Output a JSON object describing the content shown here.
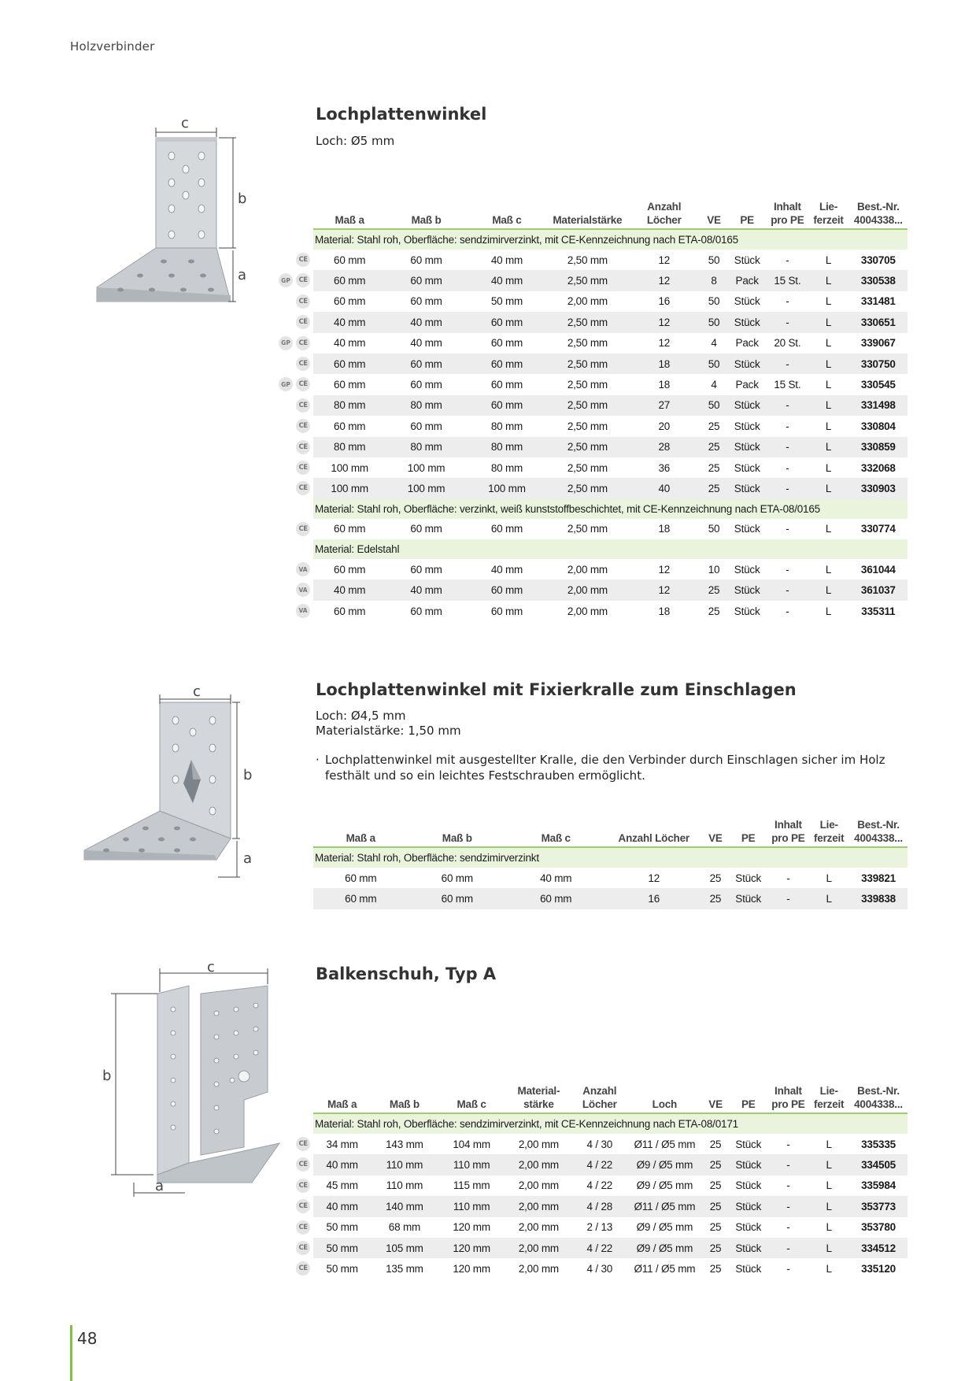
{
  "header": "Holzverbinder",
  "page_number": "48",
  "common_headers": {
    "inhalt": [
      "Inhalt",
      "pro PE"
    ],
    "lieferzeit": [
      "Lie-",
      "ferzeit"
    ],
    "bestnr": [
      "Best.-Nr.",
      "4004338..."
    ]
  },
  "s1": {
    "title": "Lochplattenwinkel",
    "sub1": "Loch: Ø5 mm",
    "dim_labels": {
      "c": "c",
      "b": "b",
      "a": "a"
    },
    "headers": {
      "a": "Maß a",
      "b": "Maß b",
      "c": "Maß c",
      "ms": "Materialstärke",
      "al": "Anzahl Löcher",
      "ve": "VE",
      "pe": "PE"
    },
    "groups": [
      {
        "material": "Material: Stahl roh, Oberfläche: sendzimirverzinkt, mit CE-Kennzeichnung nach ETA-08/0165",
        "rows": [
          {
            "badges": [
              "ce"
            ],
            "v": [
              "60 mm",
              "60 mm",
              "40 mm",
              "2,50 mm",
              "12",
              "50",
              "Stück",
              "-",
              "L",
              "330705"
            ]
          },
          {
            "badges": [
              "gp",
              "ce"
            ],
            "v": [
              "60 mm",
              "60 mm",
              "40 mm",
              "2,50 mm",
              "12",
              "8",
              "Pack",
              "15 St.",
              "L",
              "330538"
            ]
          },
          {
            "badges": [
              "ce"
            ],
            "v": [
              "60 mm",
              "60 mm",
              "50 mm",
              "2,00 mm",
              "16",
              "50",
              "Stück",
              "-",
              "L",
              "331481"
            ]
          },
          {
            "badges": [
              "ce"
            ],
            "v": [
              "40 mm",
              "40 mm",
              "60 mm",
              "2,50 mm",
              "12",
              "50",
              "Stück",
              "-",
              "L",
              "330651"
            ]
          },
          {
            "badges": [
              "gp",
              "ce"
            ],
            "v": [
              "40 mm",
              "40 mm",
              "60 mm",
              "2,50 mm",
              "12",
              "4",
              "Pack",
              "20 St.",
              "L",
              "339067"
            ]
          },
          {
            "badges": [
              "ce"
            ],
            "v": [
              "60 mm",
              "60 mm",
              "60 mm",
              "2,50 mm",
              "18",
              "50",
              "Stück",
              "-",
              "L",
              "330750"
            ]
          },
          {
            "badges": [
              "gp",
              "ce"
            ],
            "v": [
              "60 mm",
              "60 mm",
              "60 mm",
              "2,50 mm",
              "18",
              "4",
              "Pack",
              "15 St.",
              "L",
              "330545"
            ]
          },
          {
            "badges": [
              "ce"
            ],
            "v": [
              "80 mm",
              "80 mm",
              "60 mm",
              "2,50 mm",
              "27",
              "50",
              "Stück",
              "-",
              "L",
              "331498"
            ]
          },
          {
            "badges": [
              "ce"
            ],
            "v": [
              "60 mm",
              "60 mm",
              "80 mm",
              "2,50 mm",
              "20",
              "25",
              "Stück",
              "-",
              "L",
              "330804"
            ]
          },
          {
            "badges": [
              "ce"
            ],
            "v": [
              "80 mm",
              "80 mm",
              "80 mm",
              "2,50 mm",
              "28",
              "25",
              "Stück",
              "-",
              "L",
              "330859"
            ]
          },
          {
            "badges": [
              "ce"
            ],
            "v": [
              "100 mm",
              "100 mm",
              "80 mm",
              "2,50 mm",
              "36",
              "25",
              "Stück",
              "-",
              "L",
              "332068"
            ]
          },
          {
            "badges": [
              "ce"
            ],
            "v": [
              "100 mm",
              "100 mm",
              "100 mm",
              "2,50 mm",
              "40",
              "25",
              "Stück",
              "-",
              "L",
              "330903"
            ]
          }
        ]
      },
      {
        "material": "Material: Stahl roh, Oberfläche: verzinkt, weiß kunststoffbeschichtet, mit CE-Kennzeichnung nach ETA-08/0165",
        "rows": [
          {
            "badges": [
              "ce"
            ],
            "v": [
              "60 mm",
              "60 mm",
              "60 mm",
              "2,50 mm",
              "18",
              "50",
              "Stück",
              "-",
              "L",
              "330774"
            ]
          }
        ]
      },
      {
        "material": "Material: Edelstahl",
        "rows": [
          {
            "badges": [
              "va"
            ],
            "v": [
              "60 mm",
              "60 mm",
              "40 mm",
              "2,00 mm",
              "12",
              "10",
              "Stück",
              "-",
              "L",
              "361044"
            ]
          },
          {
            "badges": [
              "va"
            ],
            "v": [
              "40 mm",
              "40 mm",
              "60 mm",
              "2,00 mm",
              "12",
              "25",
              "Stück",
              "-",
              "L",
              "361037"
            ]
          },
          {
            "badges": [
              "va"
            ],
            "v": [
              "60 mm",
              "60 mm",
              "60 mm",
              "2,00 mm",
              "18",
              "25",
              "Stück",
              "-",
              "L",
              "335311"
            ]
          }
        ]
      }
    ]
  },
  "s2": {
    "title": "Lochplattenwinkel mit Fixierkralle zum Einschlagen",
    "sub1": "Loch: Ø4,5 mm",
    "sub2": "Materialstärke: 1,50 mm",
    "bullet": "Lochplattenwinkel mit ausgestellter Kralle, die den Verbinder durch Einschlagen sicher im Holz festhält und so ein leichtes Festschrauben ermöglicht.",
    "dim_labels": {
      "c": "c",
      "b": "b",
      "a": "a"
    },
    "headers": {
      "a": "Maß a",
      "b": "Maß b",
      "c": "Maß c",
      "al": "Anzahl Löcher",
      "ve": "VE",
      "pe": "PE"
    },
    "groups": [
      {
        "material": "Material: Stahl roh, Oberfläche: sendzimirverzinkt",
        "rows": [
          {
            "badges": [],
            "v": [
              "60 mm",
              "60 mm",
              "40 mm",
              "12",
              "25",
              "Stück",
              "-",
              "L",
              "339821"
            ]
          },
          {
            "badges": [],
            "v": [
              "60 mm",
              "60 mm",
              "60 mm",
              "16",
              "25",
              "Stück",
              "-",
              "L",
              "339838"
            ]
          }
        ]
      }
    ]
  },
  "s3": {
    "title": "Balkenschuh, Typ A",
    "dim_labels": {
      "c": "c",
      "b": "b",
      "a": "a"
    },
    "headers": {
      "a": "Maß a",
      "b": "Maß b",
      "c": "Maß c",
      "ms": [
        "Material-",
        "stärke"
      ],
      "al": [
        "Anzahl",
        "Löcher"
      ],
      "loch": "Loch",
      "ve": "VE",
      "pe": "PE"
    },
    "groups": [
      {
        "material": "Material: Stahl roh, Oberfläche: sendzimirverzinkt, mit CE-Kennzeichnung nach ETA-08/0171",
        "rows": [
          {
            "badges": [
              "ce"
            ],
            "v": [
              "34 mm",
              "143 mm",
              "104 mm",
              "2,00 mm",
              "4 / 30",
              "Ø11 / Ø5 mm",
              "25",
              "Stück",
              "-",
              "L",
              "335335"
            ]
          },
          {
            "badges": [
              "ce"
            ],
            "v": [
              "40 mm",
              "110 mm",
              "110 mm",
              "2,00 mm",
              "4 / 22",
              "Ø9 / Ø5 mm",
              "25",
              "Stück",
              "-",
              "L",
              "334505"
            ]
          },
          {
            "badges": [
              "ce"
            ],
            "v": [
              "45 mm",
              "110 mm",
              "115 mm",
              "2,00 mm",
              "4 / 22",
              "Ø9 / Ø5 mm",
              "25",
              "Stück",
              "-",
              "L",
              "335984"
            ]
          },
          {
            "badges": [
              "ce"
            ],
            "v": [
              "40 mm",
              "140 mm",
              "110 mm",
              "2,00 mm",
              "4 / 28",
              "Ø11 / Ø5 mm",
              "25",
              "Stück",
              "-",
              "L",
              "353773"
            ]
          },
          {
            "badges": [
              "ce"
            ],
            "v": [
              "50 mm",
              "68 mm",
              "120 mm",
              "2,00 mm",
              "2 / 13",
              "Ø9 / Ø5 mm",
              "25",
              "Stück",
              "-",
              "L",
              "353780"
            ]
          },
          {
            "badges": [
              "ce"
            ],
            "v": [
              "50 mm",
              "105 mm",
              "120 mm",
              "2,00 mm",
              "4 / 22",
              "Ø9 / Ø5 mm",
              "25",
              "Stück",
              "-",
              "L",
              "334512"
            ]
          },
          {
            "badges": [
              "ce"
            ],
            "v": [
              "50 mm",
              "135 mm",
              "120 mm",
              "2,00 mm",
              "4 / 30",
              "Ø11 / Ø5 mm",
              "25",
              "Stück",
              "-",
              "L",
              "335120"
            ]
          }
        ]
      }
    ]
  },
  "badge_labels": {
    "ce": "CE",
    "gp": "GP",
    "va": "VA"
  }
}
